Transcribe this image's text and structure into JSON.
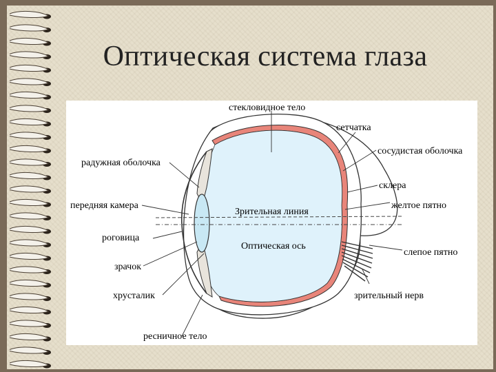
{
  "title": "Оптическая система глаза",
  "labels": {
    "vitreous": "стекловидное тело",
    "retina": "сетчатка",
    "choroid": "сосудистая оболочка",
    "iris": "радужная оболочка",
    "sclera": "склера",
    "anterior_chamber": "передняя камера",
    "visual_line": "Зрительная линия",
    "macula": "желтое пятно",
    "cornea": "роговица",
    "optical_axis": "Оптическая ось",
    "blind_spot": "слепое пятно",
    "pupil": "зрачок",
    "lens": "хрусталик",
    "optic_nerve": "зрительный нерв",
    "ciliary_body": "ресничное тело"
  },
  "colors": {
    "slide_bg": "#e6dfcc",
    "border_bg": "#7a6a58",
    "eye_fill": "#dff2fb",
    "choroid": "#e8857a",
    "outline": "#333333"
  }
}
